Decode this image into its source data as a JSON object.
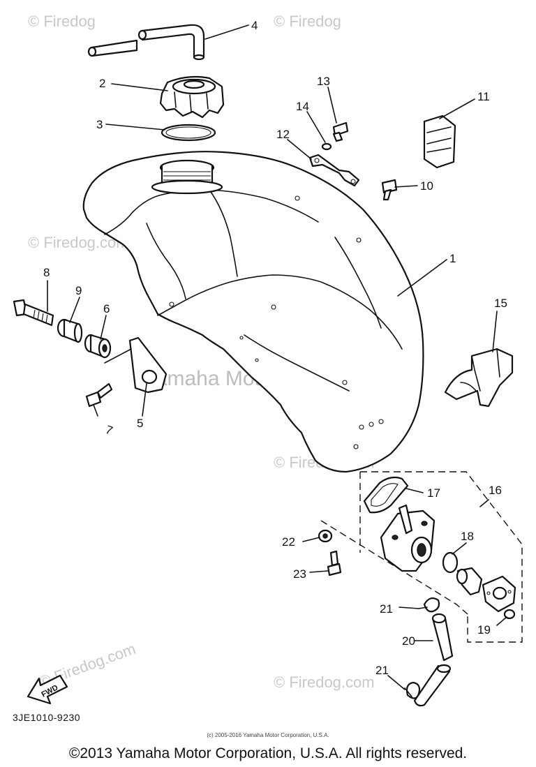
{
  "watermarks": {
    "firedog": "© Firedog.com",
    "firedog_plain": "© Firedog",
    "firedog_left": "© Firedog.com",
    "corp_watermark": "Yamaha Motor Corp., U.S.A."
  },
  "callouts": [
    "1",
    "2",
    "3",
    "4",
    "5",
    "6",
    "7",
    "8",
    "9",
    "10",
    "11",
    "12",
    "13",
    "14",
    "15",
    "16",
    "17",
    "18",
    "19",
    "20",
    "21",
    "21",
    "22",
    "23"
  ],
  "fwd_label": "FWD",
  "diagram_code": "3JE1010-9230",
  "small_copyright": "(c) 2005-2016 Yamaha Motor Corporation, U.S.A.",
  "copyright": "©2013 Yamaha Motor Corporation, U.S.A. All rights reserved."
}
